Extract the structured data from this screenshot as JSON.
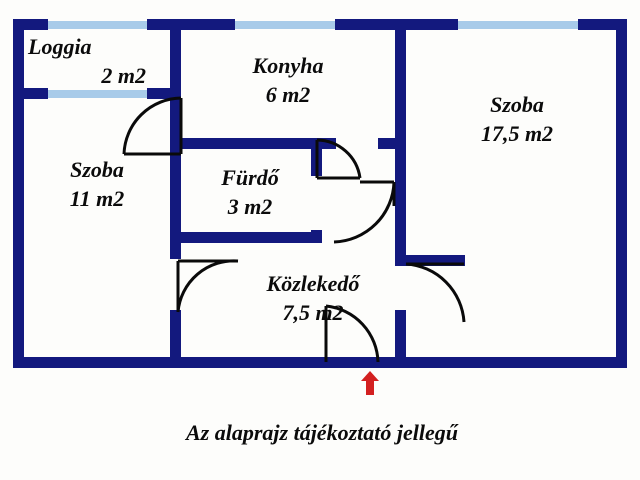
{
  "plan": {
    "caption": "Az alaprajz tájékoztató jellegű",
    "wall_color": "#13197e",
    "window_color": "#a8cbe9",
    "door_color": "#0a0a0a",
    "entry_arrow_color": "#d32020",
    "background_color": "#fdfdfb",
    "rooms": [
      {
        "id": "loggia",
        "name": "Loggia",
        "area": "2 m2"
      },
      {
        "id": "szoba-11",
        "name": "Szoba",
        "area": "11 m2"
      },
      {
        "id": "konyha",
        "name": "Konyha",
        "area": "6 m2"
      },
      {
        "id": "furdo",
        "name": "Fürdő",
        "area": "3 m2"
      },
      {
        "id": "kozlekedo",
        "name": "Közlekedő",
        "area": "7,5 m2"
      },
      {
        "id": "szoba-175",
        "name": "Szoba",
        "area": "17,5 m2"
      }
    ],
    "icons": {
      "entry_arrow": "up-arrow-icon"
    }
  }
}
